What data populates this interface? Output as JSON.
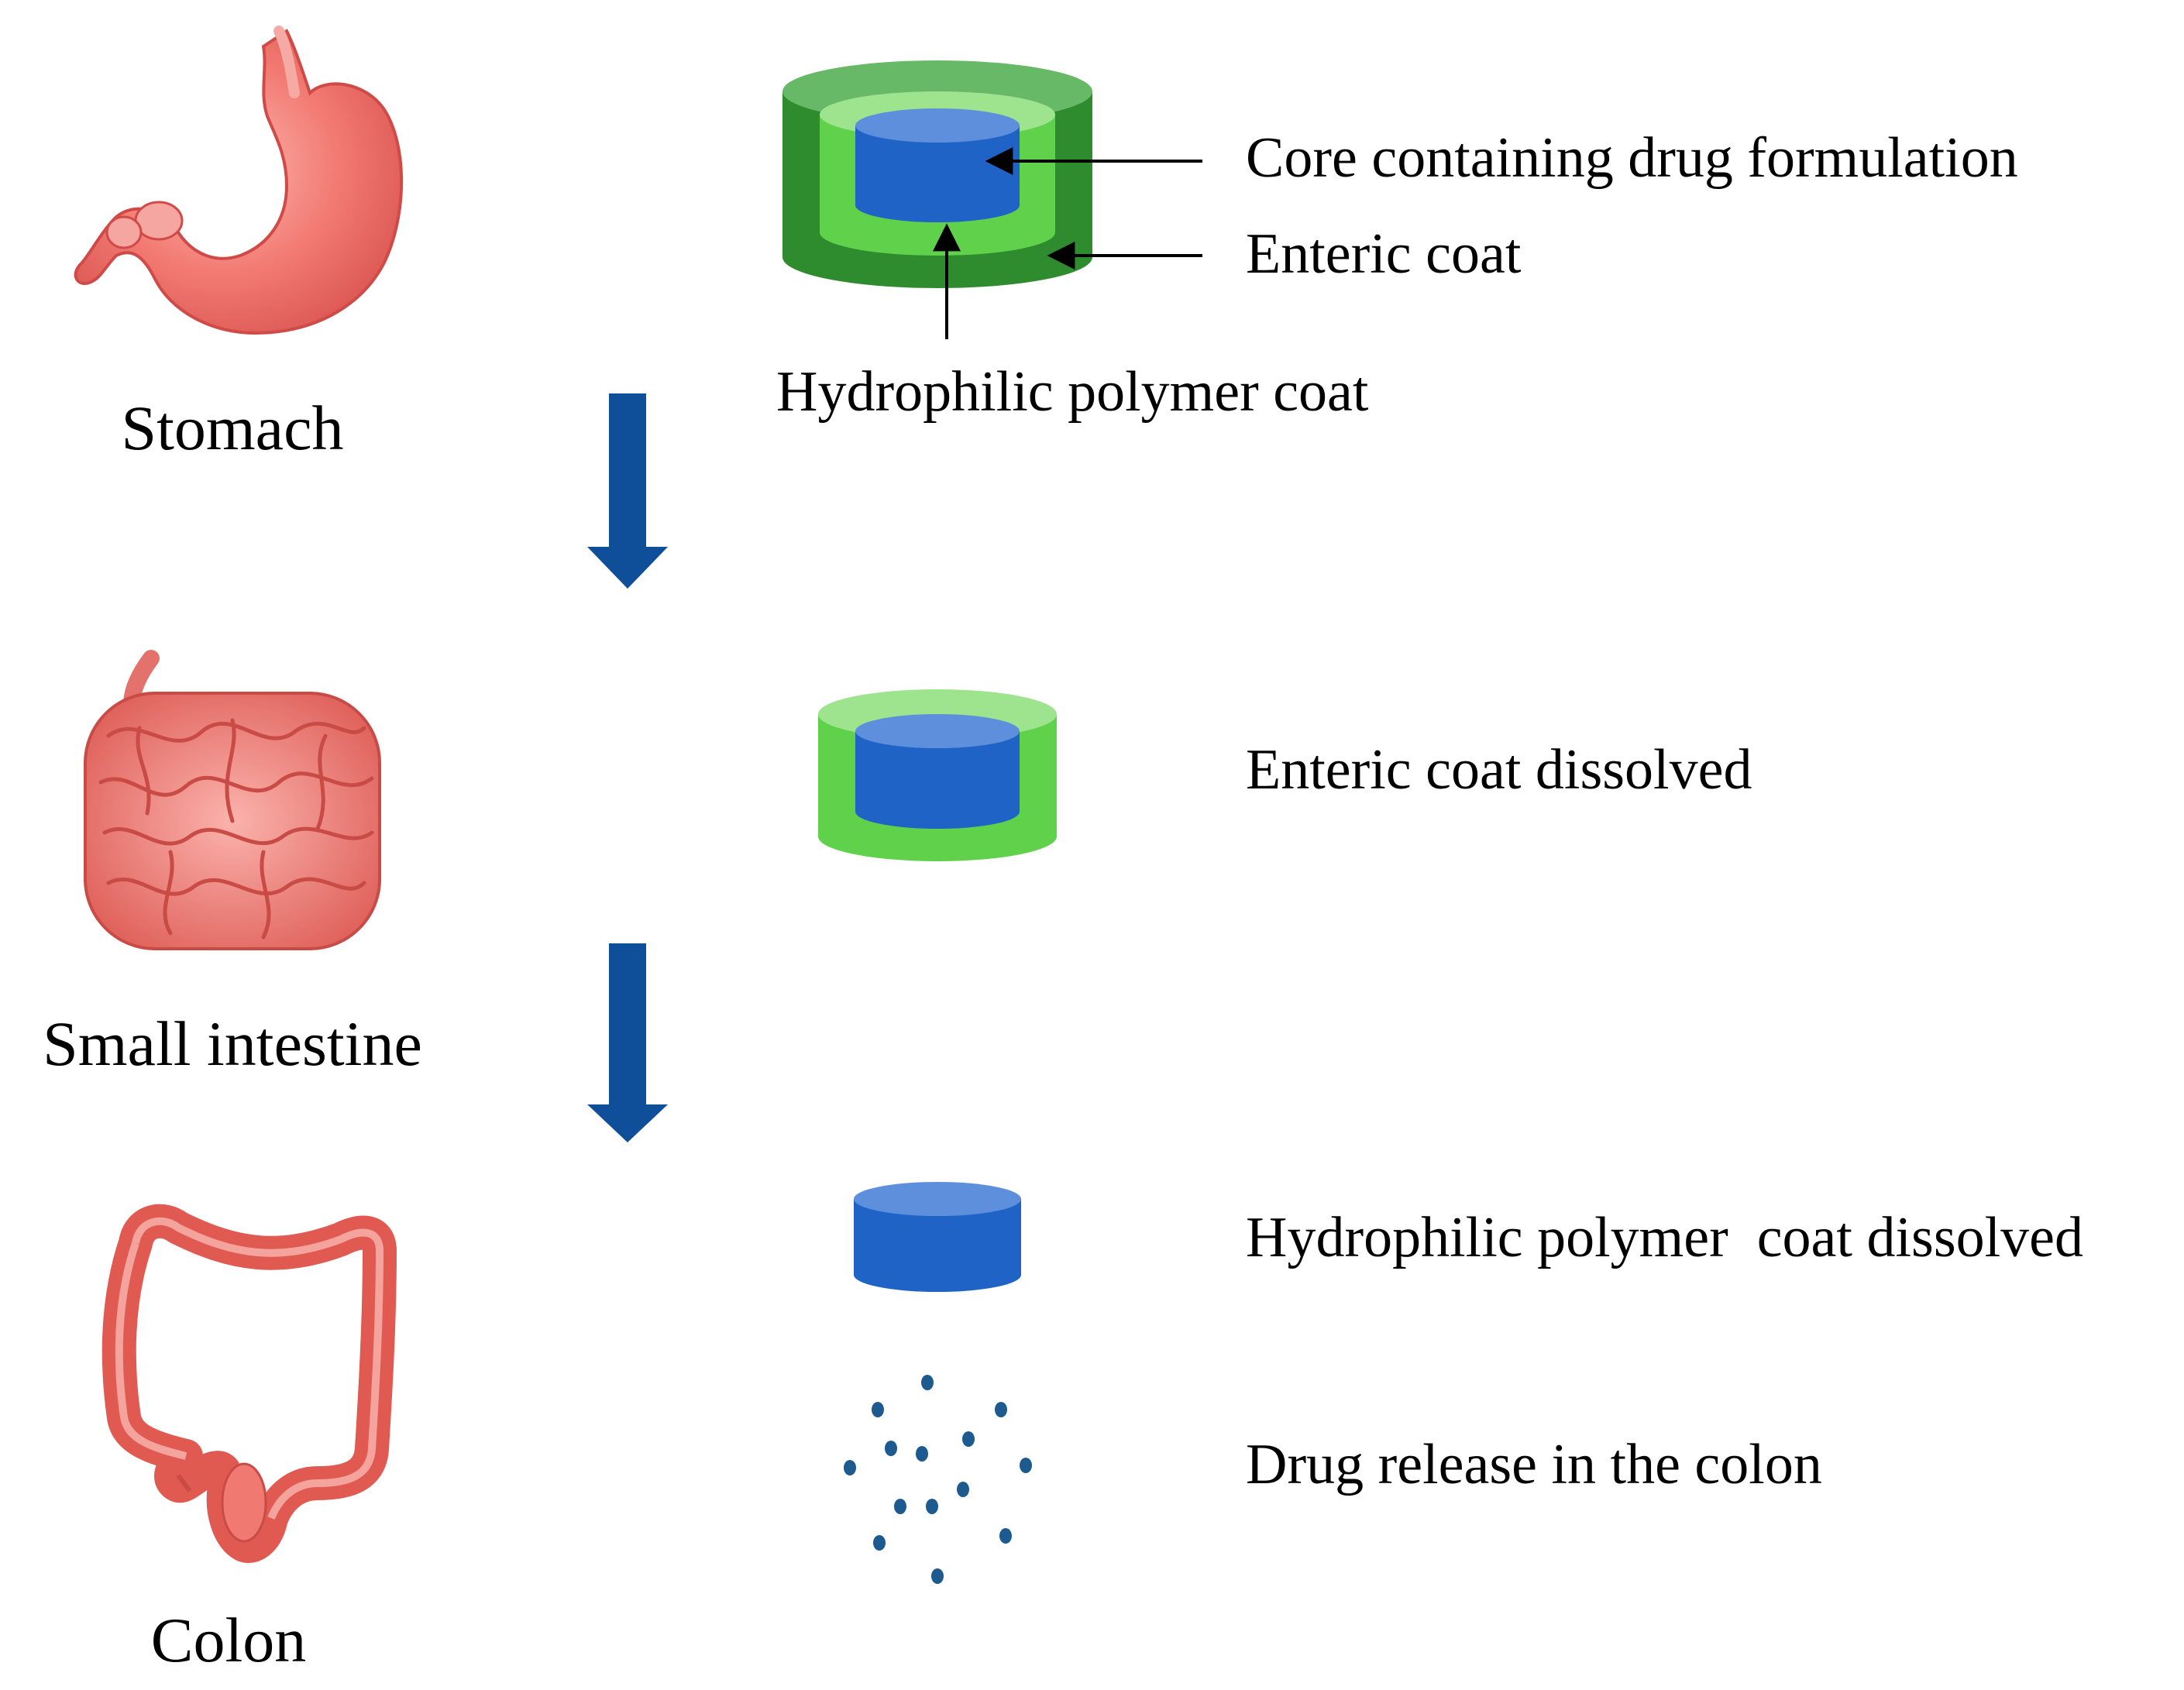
{
  "organs": {
    "stomach": {
      "label": "Stomach"
    },
    "small_intestine": {
      "label": "Small intestine"
    },
    "colon": {
      "label": "Colon"
    }
  },
  "tablet_intact": {
    "core_label": "Core containing drug formulation",
    "enteric_label": "Enteric coat",
    "hydrophilic_label": "Hydrophilic polymer coat"
  },
  "stages": {
    "enteric_dissolved": "Enteric coat dissolved",
    "hydrophilic_dissolved": "Hydrophilic polymer  coat dissolved",
    "drug_release": "Drug release in the colon"
  },
  "colors": {
    "core_blue": "#1f63c6",
    "core_top": "#5e8fdc",
    "enteric_dark": "#2e8b2e",
    "enteric_top": "#67b967",
    "hydrophilic_light": "#5fd14a",
    "hydrophilic_top": "#9ee48f",
    "flow_arrow": "#0f4f9a",
    "drug_dot": "#1d5a8f",
    "organ_pink": "#f07a7a"
  },
  "icons": {
    "stomach": "stomach-icon",
    "small_intestine": "small-intestine-icon",
    "colon": "colon-icon"
  }
}
